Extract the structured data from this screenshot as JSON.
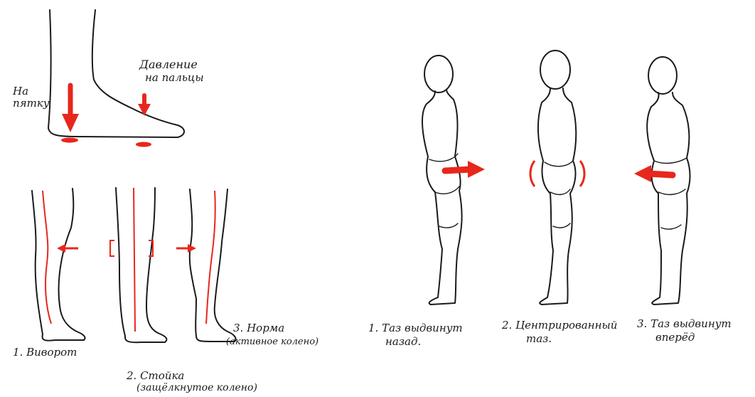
{
  "colors": {
    "ink": "#1a1a1a",
    "accent": "#e8271c",
    "background": "#ffffff"
  },
  "foot": {
    "heel_label_line1": "На",
    "heel_label_line2": "пятку",
    "toes_label_line1": "Давление",
    "toes_label_line2": "на пальцы"
  },
  "legs": {
    "leg1_label": "1. Виворот",
    "leg2_label_line1": "2. Стойка",
    "leg2_label_line2": "(защёлкнутое колено)",
    "leg3_label_line1": "3. Норма",
    "leg3_label_line2": "(активное колено)"
  },
  "figures": {
    "fig1_label_line1": "1. Таз выдвинут",
    "fig1_label_line2": "назад.",
    "fig2_label_line1": "2. Центрированный",
    "fig2_label_line2": "таз.",
    "fig3_label_line1": "3. Таз выдвинут",
    "fig3_label_line2": "вперёд"
  },
  "icons": [
    "arrow-down-icon",
    "arrow-left-icon",
    "arrow-right-icon",
    "bracket-icon"
  ]
}
